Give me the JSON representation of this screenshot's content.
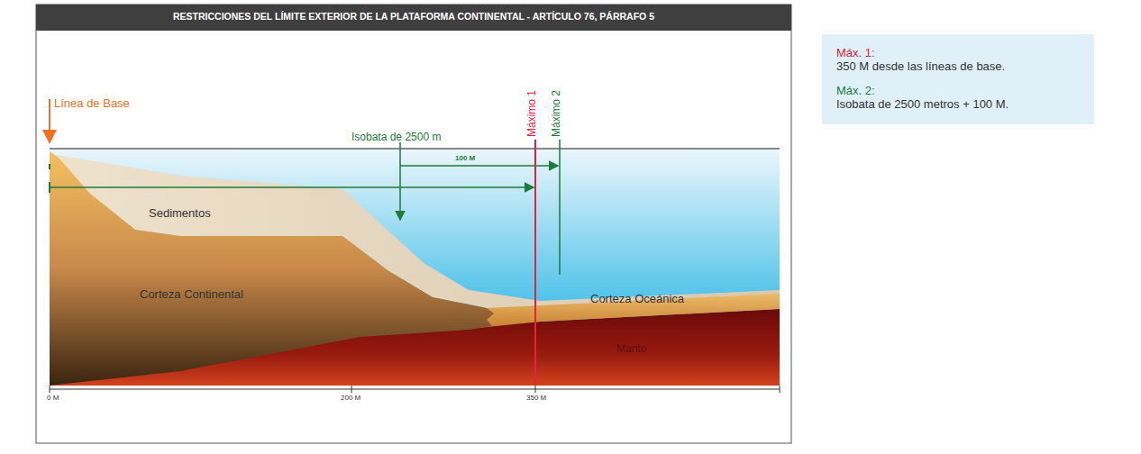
{
  "diagram": {
    "title": "RESTRICCIONES DEL LÍMITE EXTERIOR DE LA PLATAFORMA CONTINENTAL - ARTÍCULO 76, PÁRRAFO 5",
    "nodes": [
      {
        "text": [
          "Máx. 1:",
          "350 M desde las líneas de base.",
          "Máx. 2:",
          "Isobata de 2500 metros + 100 M."
        ]
      }
    ],
    "labels": [
      "Línea de Base",
      "Isobata de 2500 m",
      "Máximo 1",
      "Máximo 2",
      "100 M",
      "Sedimentos",
      "Corteza Continental",
      "Corteza Oceánica",
      "Manto",
      "0 M",
      "200 M",
      "350 M"
    ]
  }
}
